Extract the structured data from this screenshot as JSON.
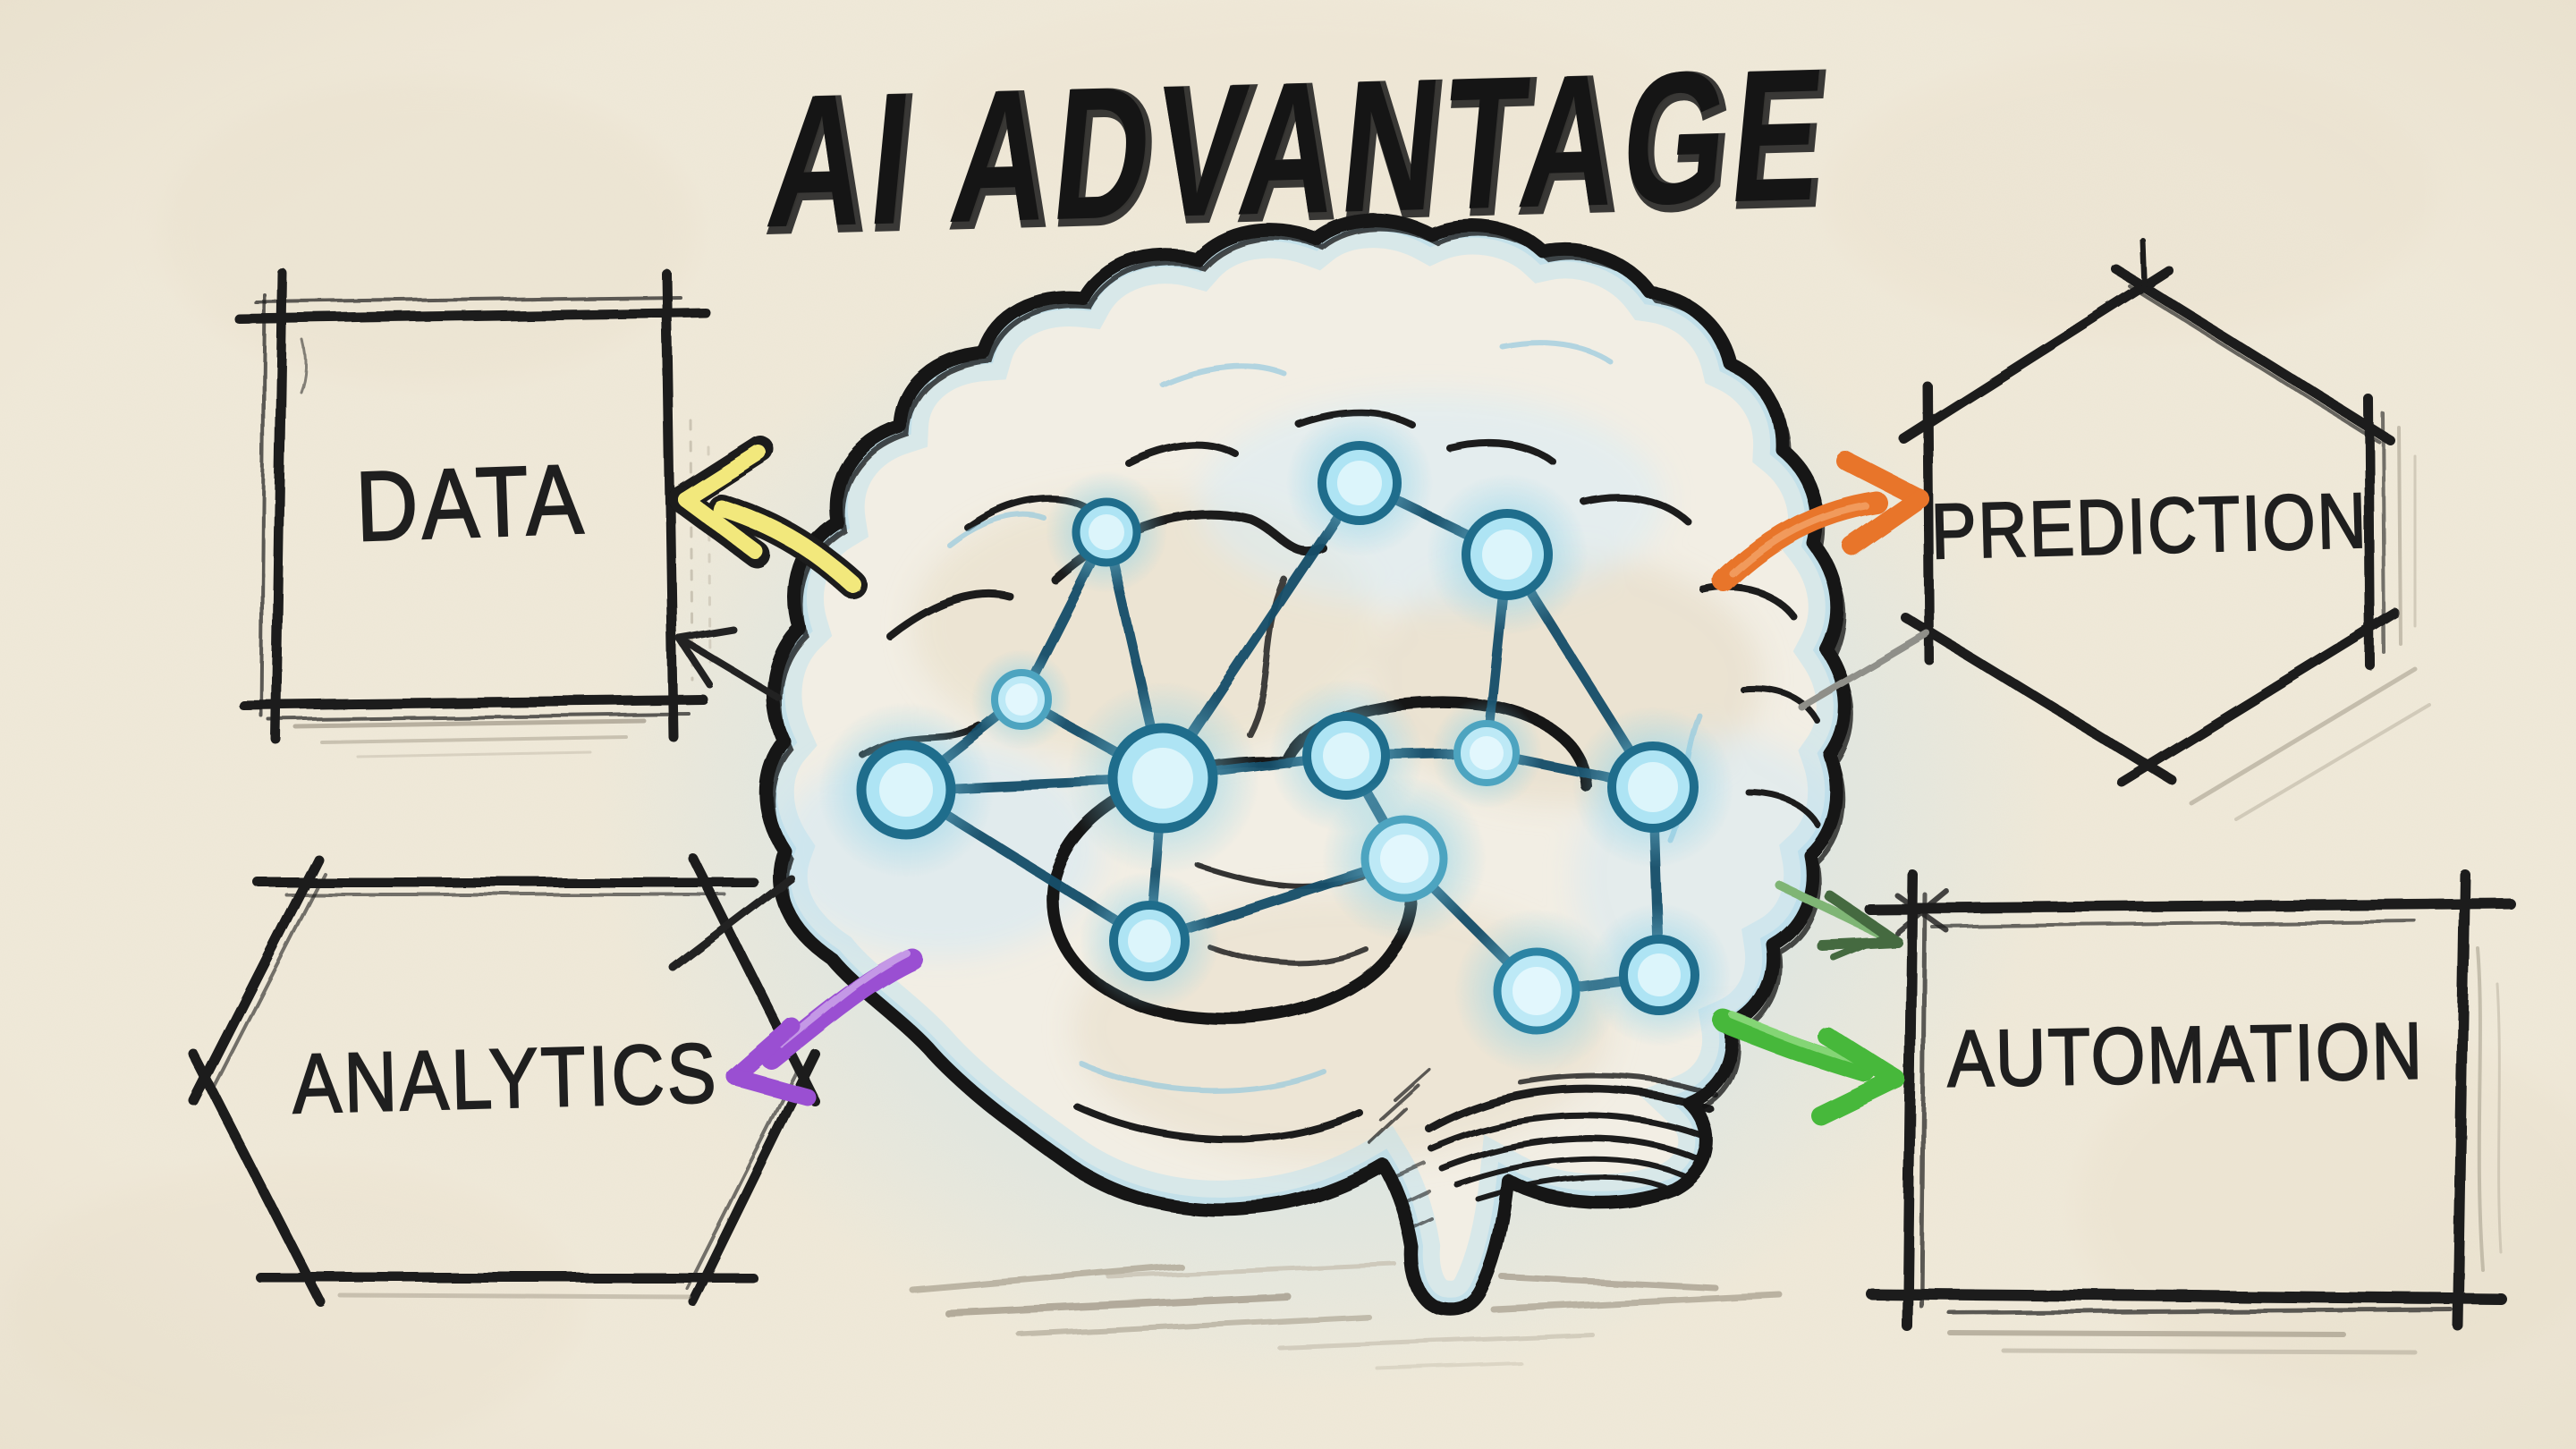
{
  "title": "AI ADVANTAGE",
  "palette": {
    "paper": "#f0e9d9",
    "ink": "#1b1b1b",
    "node_fill": "#bfe9f6",
    "node_ring": "#1f6d8c",
    "link": "#17506a",
    "glow": "#7fd0ea",
    "yellow_arrow": "#f2e87b",
    "orange_arrow": "#e8742c",
    "purple_arrow": "#9a4fd2",
    "green_arrow": "#47b83a",
    "dark_green_arrow": "#456b41",
    "gray_line": "#8f8f89"
  },
  "diagram": {
    "center": {
      "name": "brain-neural-network",
      "node_count": 13
    },
    "shapes": {
      "data": {
        "label": "DATA",
        "shape": "rectangle",
        "position": "top-left"
      },
      "prediction": {
        "label": "PREDICTION",
        "shape": "hexagon",
        "position": "top-right"
      },
      "analytics": {
        "label": "ANALYTICS",
        "shape": "hexagon",
        "position": "bottom-left"
      },
      "automation": {
        "label": "AUTOMATION",
        "shape": "rectangle",
        "position": "bottom-right"
      }
    },
    "arrows": [
      {
        "name": "yellow-arrow",
        "color": "#f2e87b",
        "from": "brain",
        "to": "data"
      },
      {
        "name": "black-arrow",
        "color": "#222222",
        "from": "brain",
        "to": "data"
      },
      {
        "name": "orange-arrow",
        "color": "#e8742c",
        "from": "brain",
        "to": "prediction"
      },
      {
        "name": "gray-line",
        "color": "#8f8f89",
        "from": "brain",
        "to": "prediction"
      },
      {
        "name": "black-line",
        "color": "#242424",
        "from": "analytics",
        "to": "brain"
      },
      {
        "name": "purple-arrow",
        "color": "#9a4fd2",
        "from": "brain",
        "to": "analytics"
      },
      {
        "name": "dark-green-arrow",
        "color": "#456b41",
        "from": "brain",
        "to": "automation"
      },
      {
        "name": "green-arrow",
        "color": "#47b83a",
        "from": "brain",
        "to": "automation"
      }
    ]
  }
}
